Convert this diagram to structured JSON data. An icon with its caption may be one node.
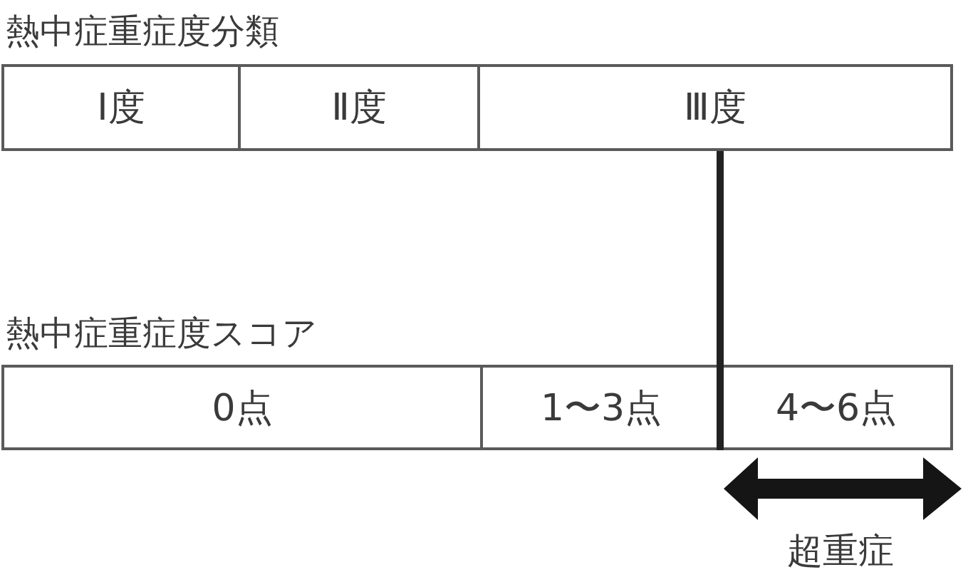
{
  "diagram": {
    "nodes": [
      {
        "text": [
          "Ⅰ度"
        ]
      },
      {
        "text": [
          "Ⅱ度"
        ]
      },
      {
        "text": [
          "Ⅲ度"
        ]
      },
      {
        "text": [
          "0点"
        ]
      },
      {
        "text": [
          "1〜3点"
        ]
      },
      {
        "text": [
          "4〜6点"
        ]
      }
    ],
    "labels": [
      "熱中症重症度分類",
      "熱中症重症度スコア",
      "超重症"
    ]
  }
}
